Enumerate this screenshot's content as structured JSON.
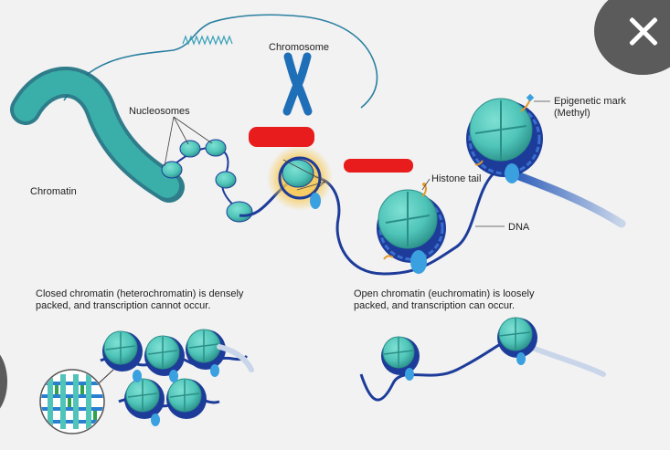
{
  "labels": {
    "chromosome": "Chromosome",
    "nucleosomes": "Nucleosomes",
    "chromatin": "Chromatin",
    "histone_tail": "Histone tail",
    "dna": "DNA",
    "epigenetic_mark_line1": "Epigenetic mark",
    "epigenetic_mark_line2": "(Methyl)"
  },
  "captions": {
    "closed_line1": "Closed chromatin (heterochromatin) is densely",
    "closed_line2": "packed, and transcription cannot occur.",
    "open_line1": "Open chromatin (euchromatin) is loosely",
    "open_line2": "packed, and transcription can occur."
  },
  "icons": {
    "close": "close-x-icon"
  },
  "colors": {
    "histone": "#4fc4b8",
    "histone_dark": "#2a8f88",
    "dna": "#1d3c9a",
    "dna_light": "#3a6fd0",
    "tail": "#e59a2a",
    "redaction": "#e81c1c",
    "overlay": "#5b5b5b"
  }
}
